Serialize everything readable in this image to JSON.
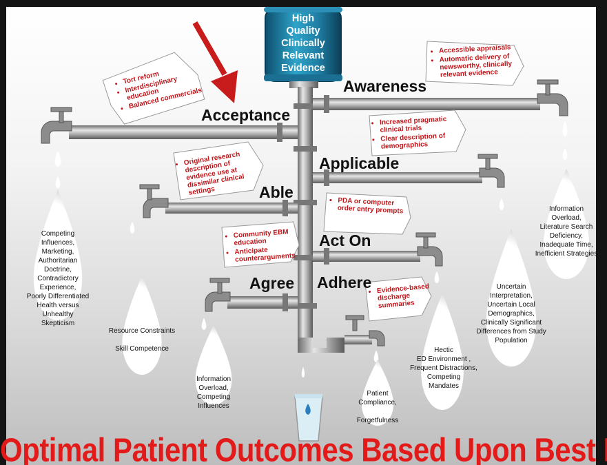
{
  "source": {
    "lines": [
      "High",
      "Quality",
      "Clinically",
      "Relevant",
      "Evidence"
    ]
  },
  "stages": {
    "awareness": "Awareness",
    "acceptance": "Acceptance",
    "applicable": "Applicable",
    "able": "Able",
    "act_on": "Act On",
    "agree": "Agree",
    "adhere": "Adhere"
  },
  "tags": {
    "acceptance": [
      "Tort reform",
      "Interdisciplinary education",
      "Balanced commercials"
    ],
    "awareness": [
      "Accessible appraisals",
      "Automatic delivery of newsworthy, clinically relevant evidence"
    ],
    "applicable": [
      "Increased pragmatic clinical trials",
      "Clear description of demographics"
    ],
    "able": [
      "Original research description of evidence use at dissimilar clinical settings"
    ],
    "act_on": [
      "PDA or computer order entry prompts"
    ],
    "agree": [
      "Community EBM education",
      "Anticipate counterarguments"
    ],
    "adhere": [
      "Evidence-based discharge summaries"
    ]
  },
  "barriers": {
    "acceptance": "Competing\nInfluences,\nMarketing,\nAuthoritarian\nDoctrine,\nContradictory\nExperience,\nPoorly Differentiated\nHealth versus\nUnhealthy\nSkepticism",
    "able": "Resource Constraints\n\nSkill Competence",
    "agree": "Information\nOverload,\nCompeting\nInfluences",
    "adhere": "Patient\nCompliance,\n\nForgetfulness",
    "act_on": "Hectic\nED Environment ,\nFrequent Distractions,\nCompeting\nMandates",
    "applicable": "Uncertain\nInterpretation,\nUncertain Local\nDemographics,\nClinically Significant\nDifferences from Study\nPopulation",
    "awareness": "Information\nOverload,\nLiterature Search\nDeficiency,\nInadequate Time,\nInefficient Strategies"
  },
  "outcome": "Optimal Patient Outcomes Based Upon Best Evidence",
  "colors": {
    "tank": "#1f7ea3",
    "pipe": "#8a8a8a",
    "arrow": "#c81b1b",
    "tag_text": "#c0161a",
    "title": "#e21a1a"
  }
}
